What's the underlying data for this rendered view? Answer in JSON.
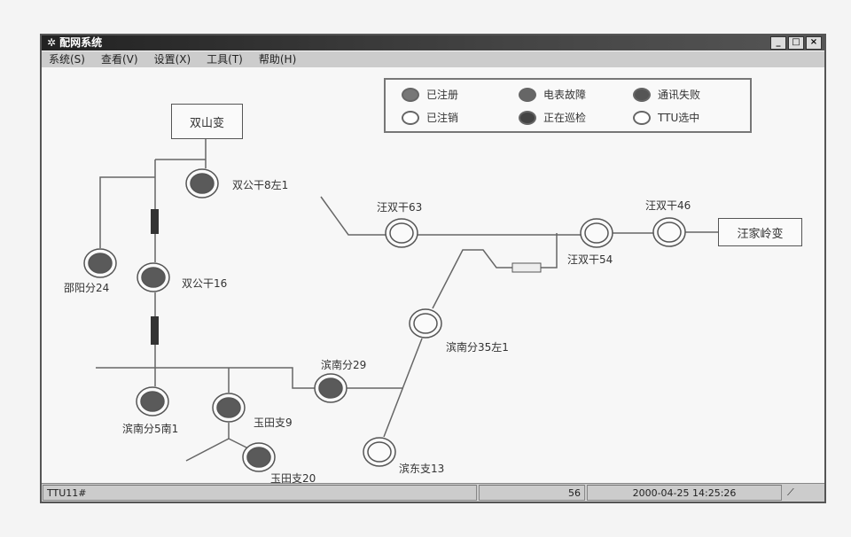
{
  "window": {
    "title": "配网系统",
    "controls": [
      "_",
      "□",
      "×"
    ]
  },
  "menu": [
    "系统(S)",
    "查看(V)",
    "设置(X)",
    "工具(T)",
    "帮助(H)"
  ],
  "legend": [
    {
      "label": "已注册",
      "color": "#777777",
      "state": "registered"
    },
    {
      "label": "电表故障",
      "color": "#666666",
      "state": "meter-fault"
    },
    {
      "label": "通讯失败",
      "color": "#555555",
      "state": "comm-failure"
    },
    {
      "label": "已注销",
      "color": "#ffffff",
      "state": "deregistered"
    },
    {
      "label": "正在巡检",
      "color": "#444444",
      "state": "inspecting"
    },
    {
      "label": "TTU选中",
      "color": "#ffffff",
      "state": "ttu-selected"
    }
  ],
  "substations": {
    "a": "双山变",
    "b": "汪家岭变"
  },
  "nodes": {
    "n1": {
      "label": "双公干8左1",
      "state": "registered"
    },
    "n2": {
      "label": "双公干16",
      "state": "registered"
    },
    "n3": {
      "label": "邵阳分24",
      "state": "registered"
    },
    "n4": {
      "label": "滨南分5南1",
      "state": "registered"
    },
    "n5": {
      "label": "玉田支9",
      "state": "registered"
    },
    "n6": {
      "label": "玉田支20",
      "state": "registered"
    },
    "n7": {
      "label": "滨南分29",
      "state": "registered"
    },
    "n8": {
      "label": "滨南分35左1",
      "state": "deregistered"
    },
    "n9": {
      "label": "滨东支13",
      "state": "deregistered"
    },
    "n10": {
      "label": "汪双干63",
      "state": "deregistered"
    },
    "n11": {
      "label": "汪双干54",
      "state": "deregistered"
    },
    "n12": {
      "label": "汪双干46",
      "state": "deregistered"
    }
  },
  "status": {
    "ttu": "TTU11#",
    "count": "56",
    "datetime": "2000-04-25 14:25:26"
  }
}
